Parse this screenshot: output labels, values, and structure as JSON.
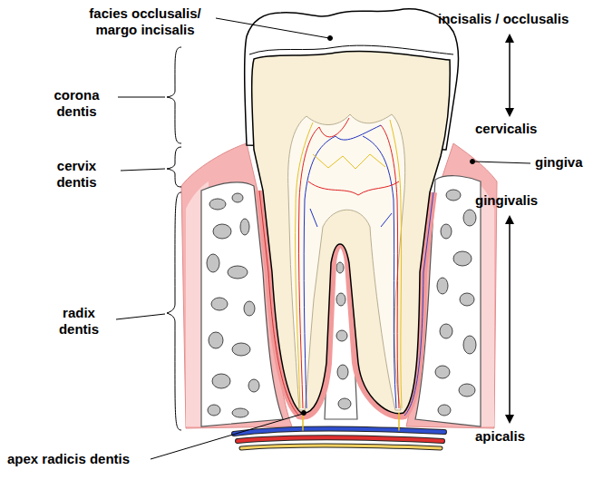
{
  "diagram": {
    "labels": [
      "facies occlusalis/ margo incisalis",
      "corona dentis",
      "cervix dentis",
      "radix dentis",
      "apex radicis dentis",
      "incisalis / occlusalis",
      "cervicalis",
      "gingiva",
      "gingivalis",
      "apicalis"
    ]
  }
}
